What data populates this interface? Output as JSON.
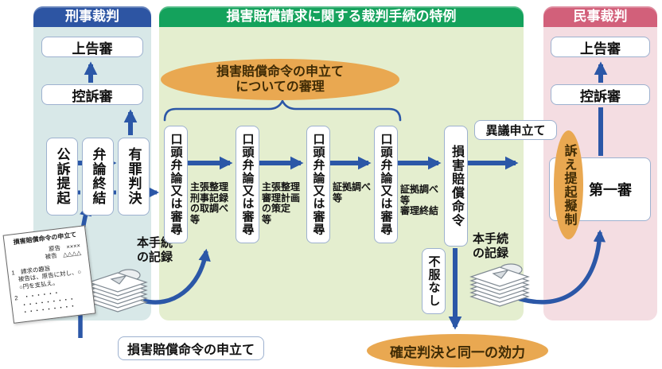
{
  "colors": {
    "arrow_blue": "#2b57a7",
    "criminal_header": "#2d55a3",
    "special_header": "#14a25c",
    "civil_header": "#d2607a",
    "orange": "#e9a851",
    "criminal_bg": "#d8e8e8",
    "special_bg": "#e4eecf",
    "civil_bg": "#f4dde2"
  },
  "criminal": {
    "title": "刑事裁判",
    "supreme": "上告審",
    "appeal": "控訴審",
    "prosecution": "公訴提起",
    "argument_end": "弁論終結",
    "verdict": "有罪判決",
    "record": "本手続\nの記録"
  },
  "special": {
    "title": "損害賠償請求に関する裁判手続の特例",
    "review_ellipse": "損害賠償命令の申立て\nについての審理",
    "hearing_boxes": [
      "口頭弁論又は審尋",
      "口頭弁論又は審尋",
      "口頭弁論又は審尋",
      "口頭弁論又は審尋"
    ],
    "step_notes": [
      "主張整理\n刑事記録\nの取調べ\n等",
      "主張整理\n審理計画\nの策定\n等",
      "証拠調べ\n等",
      "証拠調べ\n等\n審理終結"
    ],
    "order": "損害賠償命令",
    "objection": "異議申立て",
    "no_objection": "不服なし",
    "record": "本手続\nの記録"
  },
  "civil": {
    "title": "民事裁判",
    "supreme": "上告審",
    "appeal": "控訴審",
    "first_instance": "第一審",
    "deemed_filing": "訴え提起擬制"
  },
  "bottom": {
    "petition": "損害賠償命令の申立て",
    "final_effect": "確定判決と同一の効力"
  },
  "paper": {
    "lines": [
      "損害賠償命令の申立て",
      "原告　××××",
      "被告　△△△△",
      "1　請求の趣旨",
      "　被告は、原告に対し、○",
      "　○円を支払え。",
      "2　・・・・・・",
      "　・・・・・・・・・",
      "　・・・・・・・・・"
    ]
  }
}
